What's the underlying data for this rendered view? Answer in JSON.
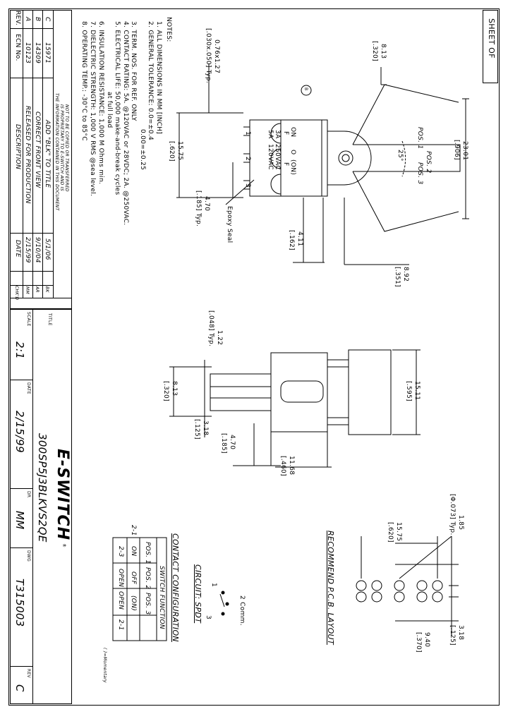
{
  "sheet": {
    "sheet_of": "SHEET OF"
  },
  "notes": {
    "header": "NOTES:",
    "items": [
      "1. ALL DIMENSIONS IN MM [INCH]",
      "2. GENERAL TOLERANCE: 0.0=±0.4",
      "0.00=±0.25",
      "3. TERM. NOS. FOR REF. ONLY",
      "4. CONTACT RATING: 5A. @120VAC or 28VDC; 2A. @250VAC.",
      "5. ELECTRICAL LIFE: 50,000 make-and-break cycles",
      "at full load",
      "6. INSULATION RESISTANCE: 1,000 M Ohms min.",
      "7. DIELECTRIC STRENGTH: 1,000 V RMS @sea level.",
      "8. OPERATING TEMP.: -30°C to 85°C"
    ]
  },
  "revisions": {
    "headers": {
      "rev": "REV.",
      "ecn": "ECN No.",
      "desc": "DESCRIPTION",
      "date": "DATE",
      "chkd": "CHK'D"
    },
    "rows": [
      {
        "rev": "C",
        "ecn": "15971",
        "desc": "ADD \"BLK\" TO TITLE",
        "date": "5/1/06",
        "chkd": "BK"
      },
      {
        "rev": "B",
        "ecn": "14309",
        "desc": "CORRECT FRONT VIEW",
        "date": "9/10/04",
        "chkd": "AR"
      },
      {
        "rev": "A",
        "ecn": "10123",
        "desc": "RELEASED FOR PRODUCTION",
        "date": "2/15/99",
        "chkd": "MM"
      }
    ],
    "confidential": [
      "THE INFORMATION CONTAINED IN THIS DOCUMENT",
      "IS PROPRIETARY TO E-SWITCH AND IS",
      "NOT TO BE COPIED OR TRANSFERRED"
    ]
  },
  "title_block": {
    "title_label": "TITLE",
    "title": "300SP5J3BLKVS2QE",
    "scale_label": "SCALE",
    "scale": "2:1",
    "date_label": "DATE",
    "date": "2/15/99",
    "dr_label": "DR",
    "dr": "MM",
    "dwg_label": "DWG",
    "dwg": "T315003",
    "rev_label": "REV",
    "rev": "C",
    "logo": "E-SWITCH"
  },
  "front_view": {
    "dims": [
      "8.13",
      "[.320]",
      "0.76x1.27",
      "[.030x.050] Typ.",
      "23.01",
      "[.906]",
      "15.75",
      "[.620]",
      "4.70",
      "[.185] Typ.",
      "4.11",
      "[.162]",
      "8.92",
      "[.351]"
    ],
    "pos_labels": [
      "POS. 1",
      "POS. 2",
      "POS. 3",
      "25°"
    ],
    "switch_text": [
      "ON",
      "O",
      "(ON)",
      "F",
      "F",
      "3A",
      "250VAC",
      "5A",
      "120VAC"
    ],
    "terminals": [
      "1",
      "2",
      "3"
    ],
    "epoxy": "Epoxy Seal"
  },
  "side_view": {
    "dims": [
      "1.22",
      "[.048] Typ.",
      "8.13",
      "[.320]",
      "3.18",
      "[.125]",
      "4.70",
      "[.185]",
      "15.11",
      "[.595]",
      "11.68",
      "[.460]"
    ]
  },
  "pcb_layout": {
    "title": "RECOMMEND P.C.B. LAYOUT",
    "dims": [
      "1.85",
      "[Φ.073] Typ.",
      "15.75",
      "[.620]",
      "3.18",
      "[.125]",
      "9.40",
      "[.370]"
    ]
  },
  "circuit": {
    "title": "CIRCUIT: SPDT",
    "labels": [
      "1",
      "2 Comm.",
      "3"
    ]
  },
  "contact_config": {
    "title": "CONTACT CONFIGURATION",
    "table_header": "SWITCH FUNCTION",
    "cols": [
      "POS. 1",
      "POS. 2",
      "POS. 3"
    ],
    "rows": [
      {
        "term": "2-1",
        "p1": "ON",
        "p2": "OFF",
        "p3": "(ON)"
      },
      {
        "term": "2-3",
        "p1": "OPEN",
        "p2": "OPEN",
        "p3": "2-1"
      }
    ],
    "footnote": "( )=Momentary"
  }
}
